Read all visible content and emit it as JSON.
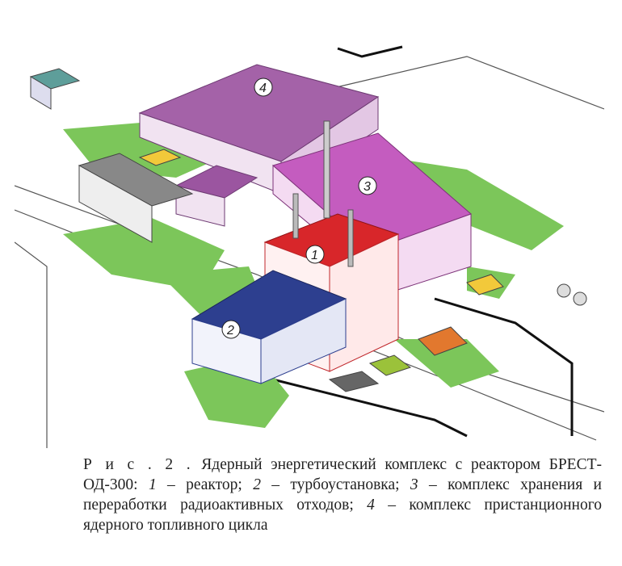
{
  "figure": {
    "labels": [
      "1",
      "2",
      "3",
      "4"
    ],
    "colors": {
      "reactor": "#d8262a",
      "turbine": "#2d3f8f",
      "waste": "#c45cbf",
      "fuel": "#a462a8",
      "ground": "#7cc65a",
      "annex": "#f2c93a",
      "road": "#ffffff"
    }
  },
  "caption": {
    "prefix": "Р и с . 2 .",
    "title": " Ядерный энергетический комплекс с реактором БРЕСТ-ОД-300: ",
    "items": [
      {
        "num": "1",
        "text": " – реактор; "
      },
      {
        "num": "2",
        "text": " – турбоустановка; "
      },
      {
        "num": "3",
        "text": " – комплекс хранения и переработки радиоактивных отходов; "
      },
      {
        "num": "4",
        "text": " – комплекс пристанционного ядерного топливного цикла"
      }
    ]
  }
}
